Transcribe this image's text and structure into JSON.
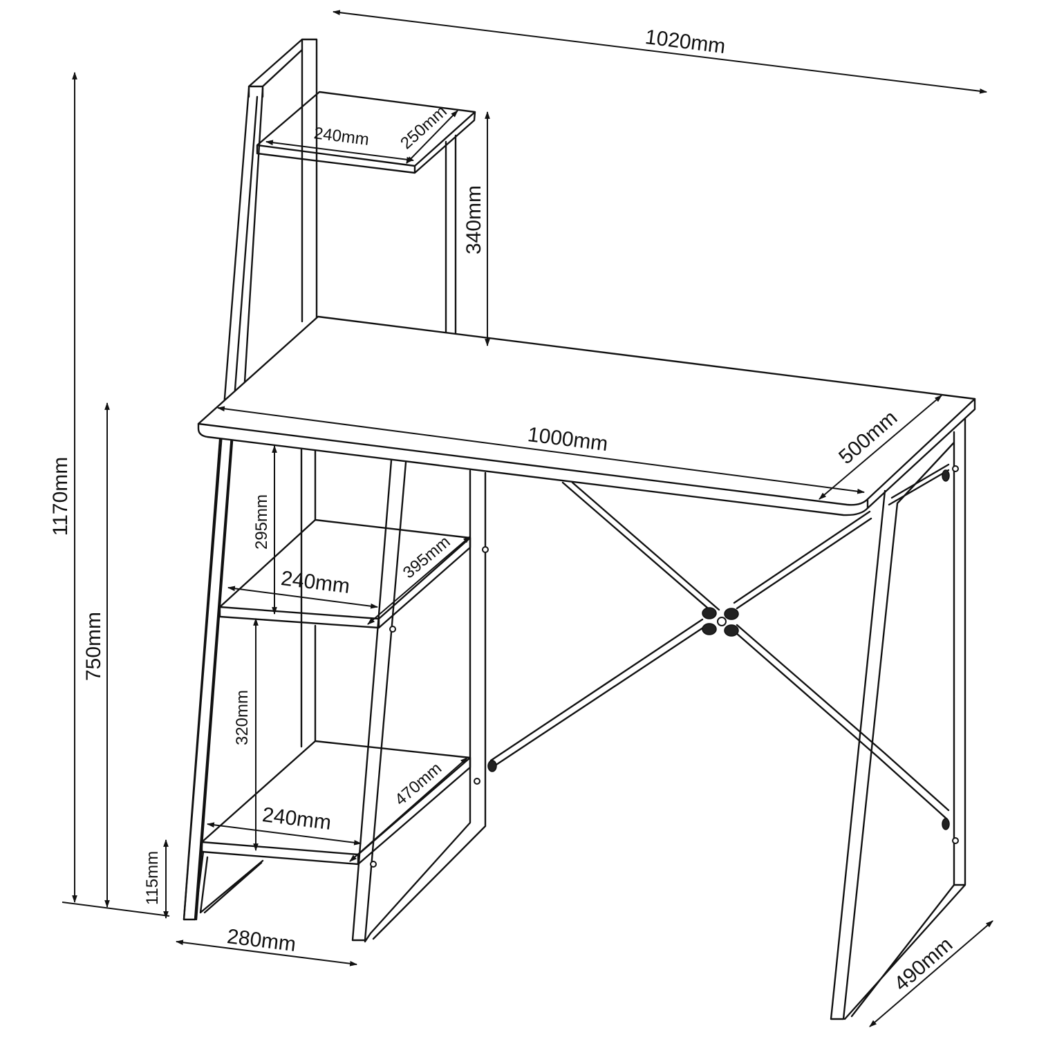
{
  "dimensions": {
    "total_width": "1020mm",
    "total_height": "1170mm",
    "desk_height": "750mm",
    "desktop_length": "1000mm",
    "desktop_depth": "500mm",
    "top_shelf_width": "240mm",
    "top_shelf_depth": "250mm",
    "top_shelf_height": "340mm",
    "middle_shelf_gap": "295mm",
    "middle_shelf_width": "240mm",
    "middle_shelf_depth": "395mm",
    "lower_shelf_gap": "320mm",
    "bottom_shelf_width": "240mm",
    "bottom_shelf_depth": "470mm",
    "bottom_shelf_height": "115mm",
    "shelf_unit_base": "280mm",
    "leg_frame_depth": "490mm"
  }
}
